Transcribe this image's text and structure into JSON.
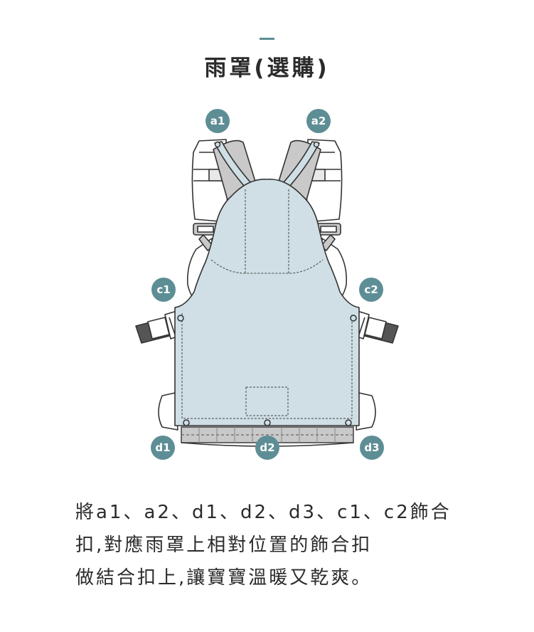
{
  "title": "雨罩(選購)",
  "colors": {
    "accent": "#5e8e95",
    "cover_fill": "#cfdfe5",
    "outline": "#333333",
    "grey_strap": "#c9c9c9",
    "text": "#2b2b2b"
  },
  "labels": {
    "a1": "a1",
    "a2": "a2",
    "c1": "c1",
    "c2": "c2",
    "d1": "d1",
    "d2": "d2",
    "d3": "d3"
  },
  "description": {
    "line1": "將a1、a2、d1、d2、d3、c1、c2飾合",
    "line2": "扣,對應雨罩上相對位置的飾合扣",
    "line3": "做結合扣上,讓寶寶溫暖又乾爽。"
  }
}
